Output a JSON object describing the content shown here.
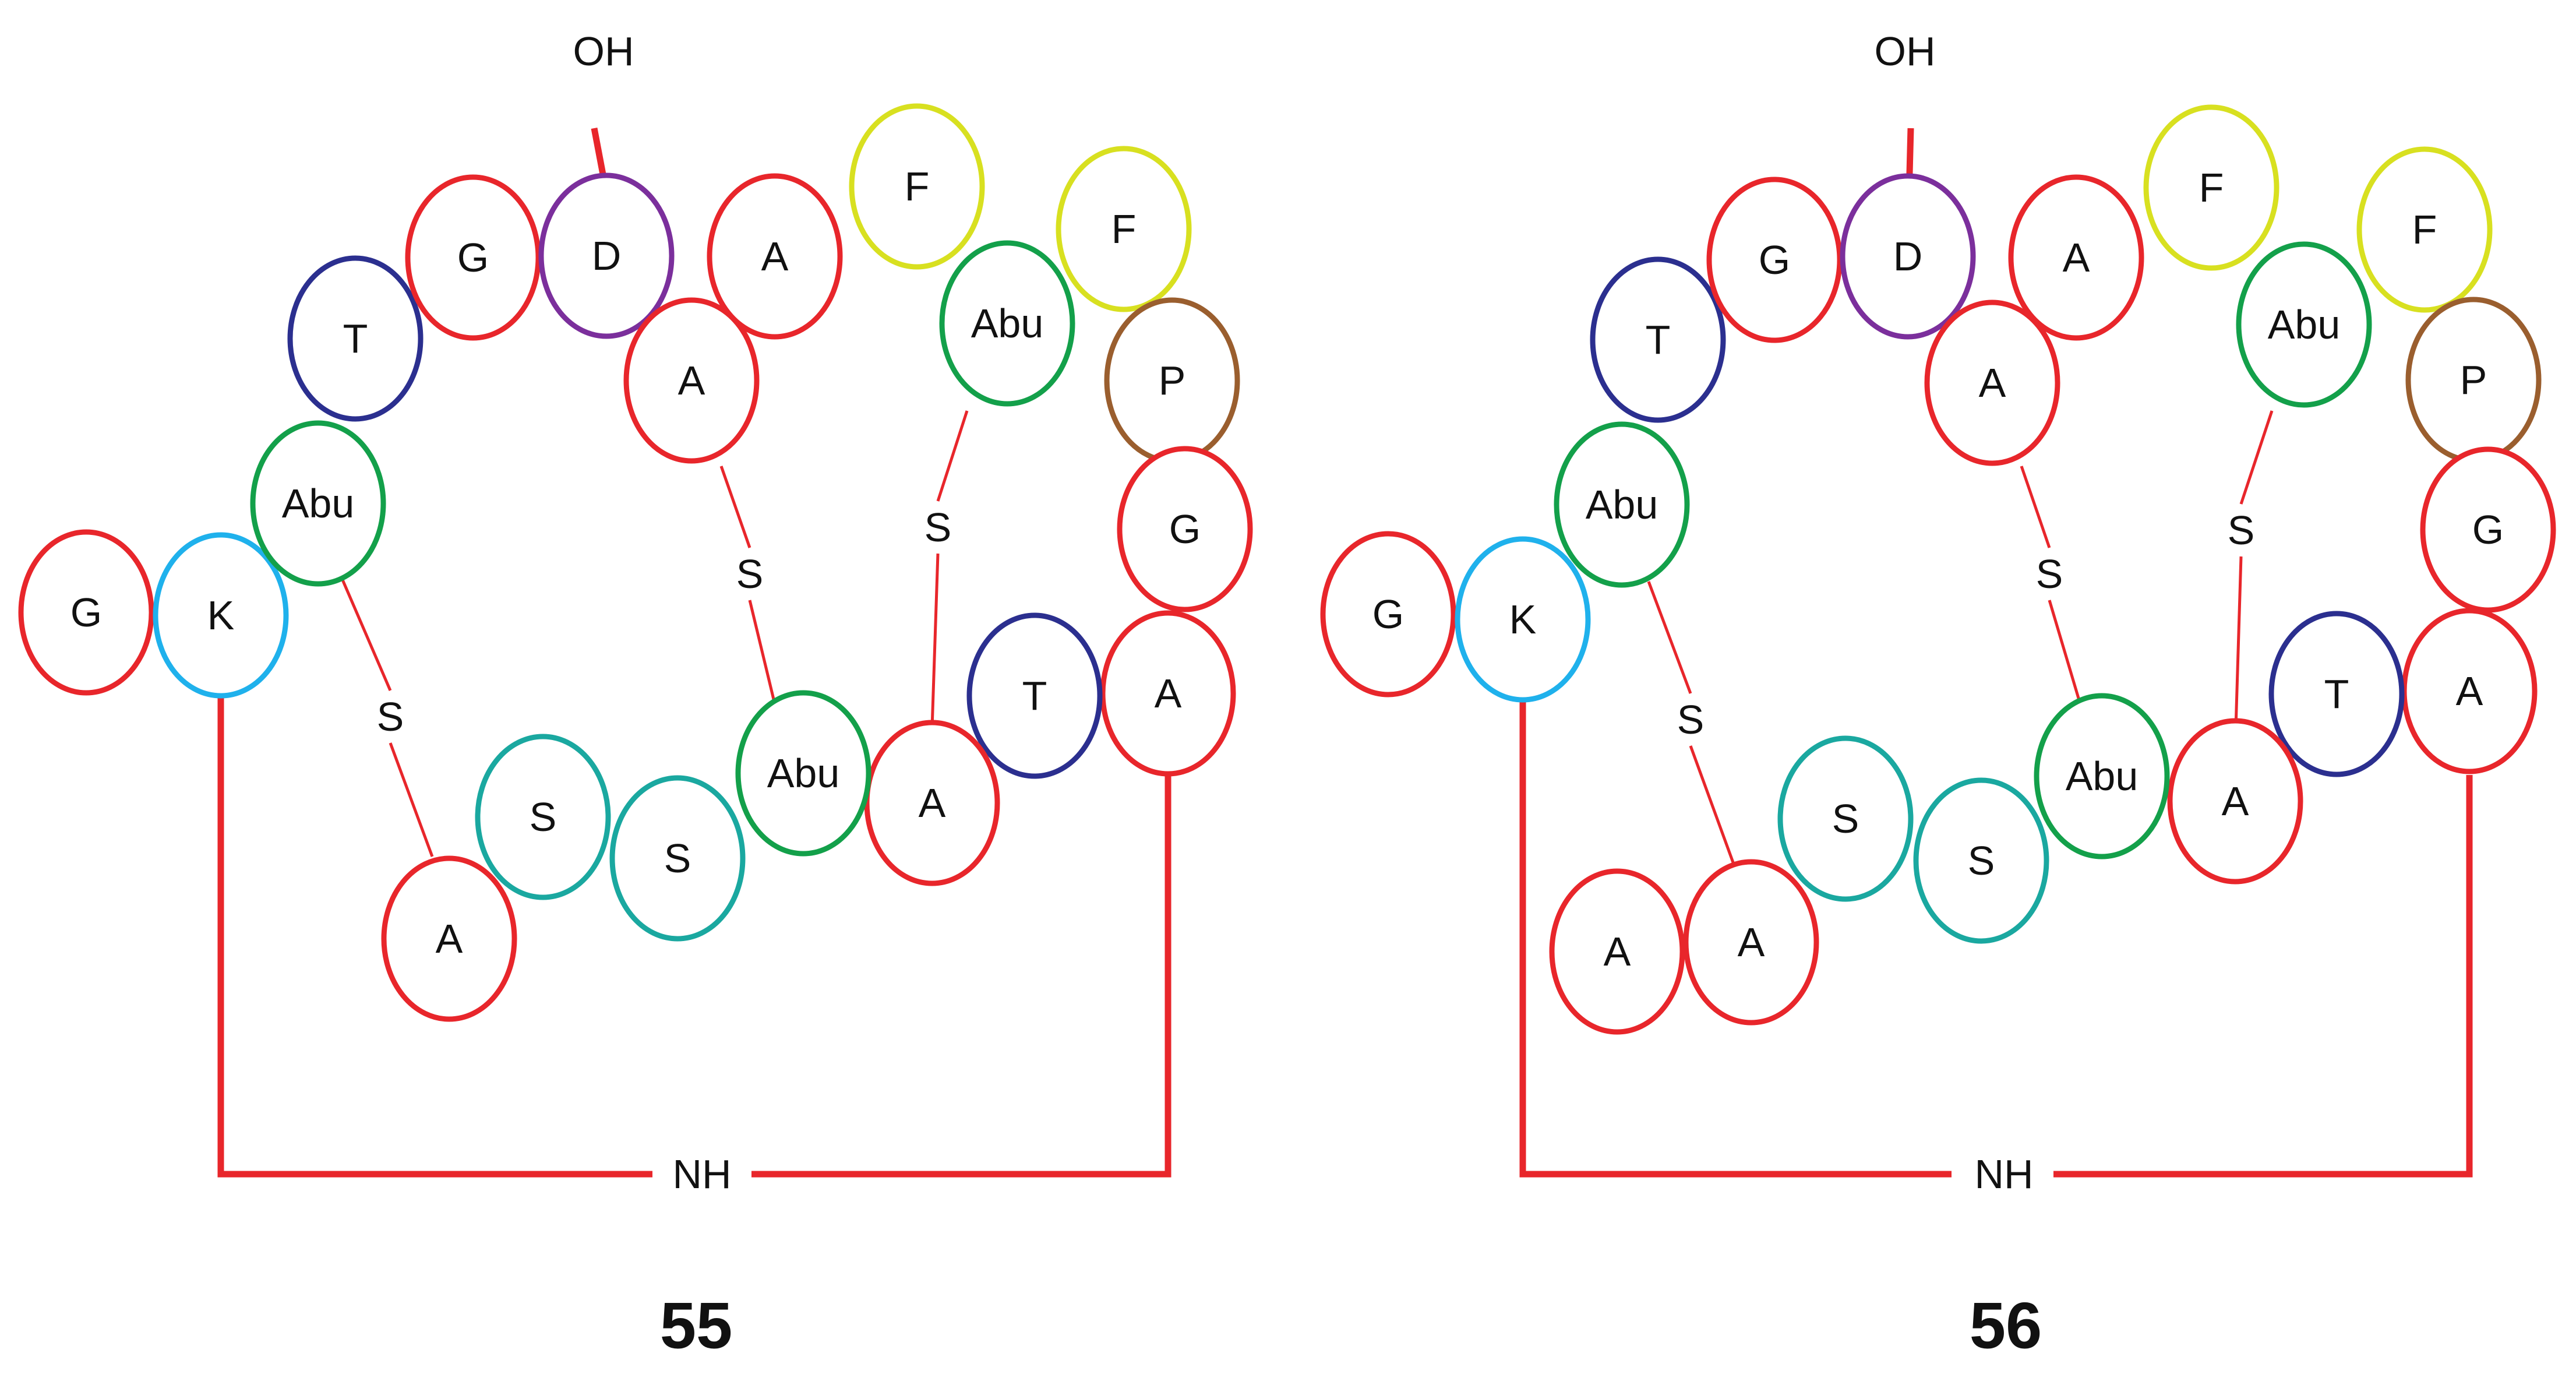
{
  "colors": {
    "red": "#e8262b",
    "navy": "#2b2f8f",
    "purple": "#7b2f9c",
    "yellow": "#d8e020",
    "green": "#13a04a",
    "brown": "#9a5e2e",
    "skyblue": "#1fb1ec",
    "teal": "#1aa8a0"
  },
  "structures": [
    {
      "label": "55",
      "oh_label": "OH",
      "nh_label": "NH",
      "residues": [
        {
          "text": "G",
          "color": "red"
        },
        {
          "text": "K",
          "color": "skyblue"
        },
        {
          "text": "Abu",
          "color": "green"
        },
        {
          "text": "T",
          "color": "navy"
        },
        {
          "text": "G",
          "color": "red"
        },
        {
          "text": "D",
          "color": "purple"
        },
        {
          "text": "A",
          "color": "red"
        },
        {
          "text": "A",
          "color": "red"
        },
        {
          "text": "F",
          "color": "yellow"
        },
        {
          "text": "Abu",
          "color": "green"
        },
        {
          "text": "F",
          "color": "yellow"
        },
        {
          "text": "P",
          "color": "brown"
        },
        {
          "text": "G",
          "color": "red"
        },
        {
          "text": "A",
          "color": "red"
        },
        {
          "text": "T",
          "color": "navy"
        },
        {
          "text": "A",
          "color": "red"
        },
        {
          "text": "Abu",
          "color": "green"
        },
        {
          "text": "S",
          "color": "teal"
        },
        {
          "text": "S",
          "color": "teal"
        },
        {
          "text": "A",
          "color": "red"
        }
      ],
      "sulfur_labels": [
        "S",
        "S",
        "S"
      ]
    },
    {
      "label": "56",
      "oh_label": "OH",
      "nh_label": "NH",
      "residues": [
        {
          "text": "G",
          "color": "red"
        },
        {
          "text": "K",
          "color": "skyblue"
        },
        {
          "text": "Abu",
          "color": "green"
        },
        {
          "text": "T",
          "color": "navy"
        },
        {
          "text": "G",
          "color": "red"
        },
        {
          "text": "D",
          "color": "purple"
        },
        {
          "text": "A",
          "color": "red"
        },
        {
          "text": "A",
          "color": "red"
        },
        {
          "text": "F",
          "color": "yellow"
        },
        {
          "text": "Abu",
          "color": "green"
        },
        {
          "text": "F",
          "color": "yellow"
        },
        {
          "text": "P",
          "color": "brown"
        },
        {
          "text": "G",
          "color": "red"
        },
        {
          "text": "A",
          "color": "red"
        },
        {
          "text": "T",
          "color": "navy"
        },
        {
          "text": "A",
          "color": "red"
        },
        {
          "text": "Abu",
          "color": "green"
        },
        {
          "text": "S",
          "color": "teal"
        },
        {
          "text": "S",
          "color": "teal"
        },
        {
          "text": "A",
          "color": "red"
        },
        {
          "text": "A",
          "color": "red"
        }
      ],
      "sulfur_labels": [
        "S",
        "S",
        "S"
      ]
    }
  ]
}
